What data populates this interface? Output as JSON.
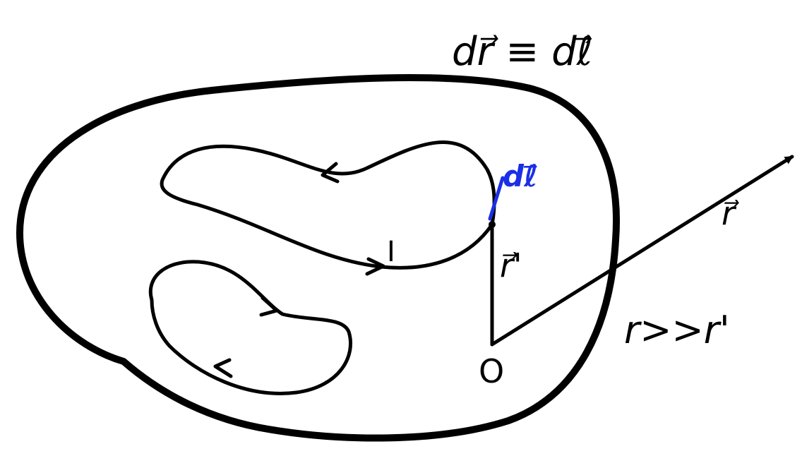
{
  "colors": {
    "ink": "#000000",
    "highlight": "#1a2fe6",
    "background": "#ffffff"
  },
  "labels": {
    "equivalence": "dr⃗ ≡ dℓ⃗",
    "current": "I",
    "dl_vector": "dℓ⃗",
    "r_prime": "r⃗'",
    "r_vector": "r⃗",
    "condition": "r>>r'",
    "origin": "O"
  }
}
